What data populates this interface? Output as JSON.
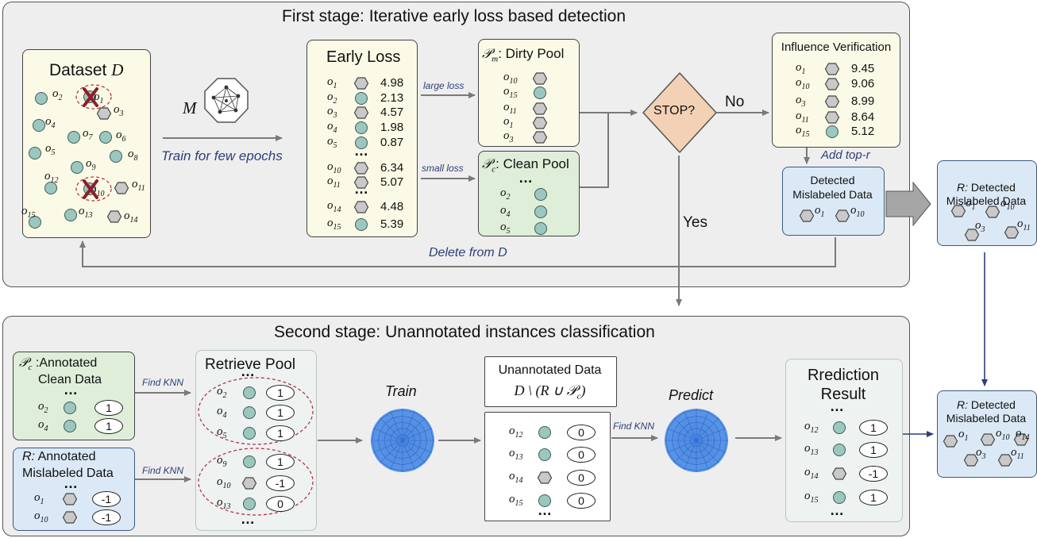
{
  "stage1": {
    "title": "First stage: Iterative early loss based detection",
    "dataset": {
      "title_prefix": "Dataset ",
      "title_var": "D",
      "items": [
        {
          "label": "o",
          "sub": "2",
          "shape": "circle"
        },
        {
          "label": "o",
          "sub": "1",
          "shape": "circle"
        },
        {
          "label": "o",
          "sub": "3",
          "shape": "hexagon"
        },
        {
          "label": "o",
          "sub": "4",
          "shape": "circle"
        },
        {
          "label": "o",
          "sub": "7",
          "shape": "circle"
        },
        {
          "label": "o",
          "sub": "6",
          "shape": "circle"
        },
        {
          "label": "o",
          "sub": "5",
          "shape": "circle"
        },
        {
          "label": "o",
          "sub": "9",
          "shape": "circle"
        },
        {
          "label": "o",
          "sub": "8",
          "shape": "circle"
        },
        {
          "label": "o",
          "sub": "12",
          "shape": "circle"
        },
        {
          "label": "o",
          "sub": "10",
          "shape": "circle"
        },
        {
          "label": "o",
          "sub": "11",
          "shape": "hexagon"
        },
        {
          "label": "o",
          "sub": "15",
          "shape": "circle"
        },
        {
          "label": "o",
          "sub": "13",
          "shape": "circle"
        },
        {
          "label": "o",
          "sub": "14",
          "shape": "hexagon"
        }
      ]
    },
    "model_label": "M",
    "train_label": "Train for few epochs",
    "early_loss": {
      "title": "Early Loss",
      "rows": [
        {
          "sub": "1",
          "shape": "hexagon",
          "value": "4.98"
        },
        {
          "sub": "2",
          "shape": "circle",
          "value": "2.13"
        },
        {
          "sub": "3",
          "shape": "hexagon",
          "value": "4.57"
        },
        {
          "sub": "4",
          "shape": "circle",
          "value": "1.98"
        },
        {
          "sub": "5",
          "shape": "circle",
          "value": "0.87"
        },
        {
          "sub": "10",
          "shape": "hexagon",
          "value": "6.34"
        },
        {
          "sub": "11",
          "shape": "hexagon",
          "value": "5.07"
        },
        {
          "sub": "14",
          "shape": "hexagon",
          "value": "4.48"
        },
        {
          "sub": "15",
          "shape": "circle",
          "value": "5.39"
        }
      ],
      "ellipsis": "…"
    },
    "large_loss": "large loss",
    "small_loss": "small loss",
    "dirty_pool": {
      "symbol": "𝒫",
      "sub": "m",
      "title": ": Dirty Pool",
      "rows": [
        {
          "sub": "10",
          "shape": "hexagon"
        },
        {
          "sub": "15",
          "shape": "circle"
        },
        {
          "sub": "11",
          "shape": "hexagon"
        },
        {
          "sub": "1",
          "shape": "hexagon"
        },
        {
          "sub": "3",
          "shape": "hexagon"
        }
      ]
    },
    "clean_pool": {
      "symbol": "𝒫",
      "sub": "c",
      "title": ": Clean Pool",
      "ellipsis": "…",
      "rows": [
        {
          "sub": "2",
          "shape": "circle"
        },
        {
          "sub": "4",
          "shape": "circle"
        },
        {
          "sub": "5",
          "shape": "circle"
        }
      ]
    },
    "stop": "STOP?",
    "no": "No",
    "yes": "Yes",
    "influence": {
      "title": "Influence Verification",
      "rows": [
        {
          "sub": "1",
          "shape": "hexagon",
          "value": "9.45"
        },
        {
          "sub": "10",
          "shape": "hexagon",
          "value": "9.06"
        },
        {
          "sub": "3",
          "shape": "hexagon",
          "value": "8.99"
        },
        {
          "sub": "11",
          "shape": "hexagon",
          "value": "8.64"
        },
        {
          "sub": "15",
          "shape": "circle",
          "value": "5.12"
        }
      ]
    },
    "add_top": "Add top-r",
    "detected": {
      "title_line1": "Detected",
      "title_line2": "Mislabeled Data",
      "items": [
        {
          "sub": "1"
        },
        {
          "sub": "10"
        }
      ]
    },
    "delete_from": "Delete from D",
    "r_detected": {
      "r": "R:",
      "title_line1": " Detected",
      "title_line2": "Mislabeled Data",
      "items": [
        {
          "sub": "1"
        },
        {
          "sub": "10"
        },
        {
          "sub": "3"
        },
        {
          "sub": "11"
        }
      ]
    }
  },
  "stage2": {
    "title": "Second stage: Unannotated instances classification",
    "annotated_clean": {
      "symbol": "𝒫",
      "sub": "c",
      "title_line1": " :Annotated",
      "title_line2": "Clean Data",
      "ellipsis": "…",
      "rows": [
        {
          "sub": "2",
          "shape": "circle",
          "value": "1"
        },
        {
          "sub": "4",
          "shape": "circle",
          "value": "1"
        }
      ]
    },
    "annotated_mislabeled": {
      "r": "R:",
      "title_line1": " Annotated",
      "title_line2": "Mislabeled Data",
      "ellipsis": "…",
      "rows": [
        {
          "sub": "1",
          "shape": "hexagon",
          "value": "-1"
        },
        {
          "sub": "10",
          "shape": "hexagon",
          "value": "-1"
        }
      ]
    },
    "find_knn": "Find KNN",
    "retrieve_pool": {
      "title": "Retrieve Pool",
      "ellipsis": "…",
      "rows": [
        {
          "sub": "2",
          "shape": "circle",
          "value": "1"
        },
        {
          "sub": "4",
          "shape": "circle",
          "value": "1"
        },
        {
          "sub": "5",
          "shape": "circle",
          "value": "1"
        },
        {
          "sub": "9",
          "shape": "circle",
          "value": "1"
        },
        {
          "sub": "10",
          "shape": "hexagon",
          "value": "-1"
        },
        {
          "sub": "13",
          "shape": "circle",
          "value": "0"
        }
      ]
    },
    "train": "Train",
    "predict": "Predict",
    "unannotated": {
      "title": "Unannotated Data",
      "formula": "D \\ (R ∪ 𝒫",
      "formula_sub": "c",
      "formula_end": ")",
      "ellipsis": "…",
      "rows": [
        {
          "sub": "12",
          "shape": "circle",
          "value": "0"
        },
        {
          "sub": "13",
          "shape": "circle",
          "value": "0"
        },
        {
          "sub": "14",
          "shape": "hexagon",
          "value": "0"
        },
        {
          "sub": "15",
          "shape": "circle",
          "value": "0"
        }
      ]
    },
    "prediction": {
      "title_line1": "Rrediction",
      "title_line2": "Result",
      "ellipsis": "…",
      "rows": [
        {
          "sub": "12",
          "shape": "circle",
          "value": "1"
        },
        {
          "sub": "13",
          "shape": "circle",
          "value": "1"
        },
        {
          "sub": "14",
          "shape": "hexagon",
          "value": "-1"
        },
        {
          "sub": "15",
          "shape": "circle",
          "value": "1"
        }
      ]
    },
    "r_detected": {
      "r": "R:",
      "title_line1": " Detected",
      "title_line2": "Mislabeled Data",
      "items": [
        {
          "sub": "1"
        },
        {
          "sub": "10"
        },
        {
          "sub": "14"
        },
        {
          "sub": "3"
        },
        {
          "sub": "11"
        }
      ]
    }
  },
  "colors": {
    "stage_bg": "#eeeeee",
    "yellow": "#fbfae6",
    "green": "#dfeed8",
    "blue": "#dbe9f6",
    "circle": "#9cc7bf",
    "hexagon": "#c9c9c9",
    "arrow": "#7a7a7a",
    "edge_text": "#2d3f7a",
    "stop": "#f3d1b5"
  }
}
